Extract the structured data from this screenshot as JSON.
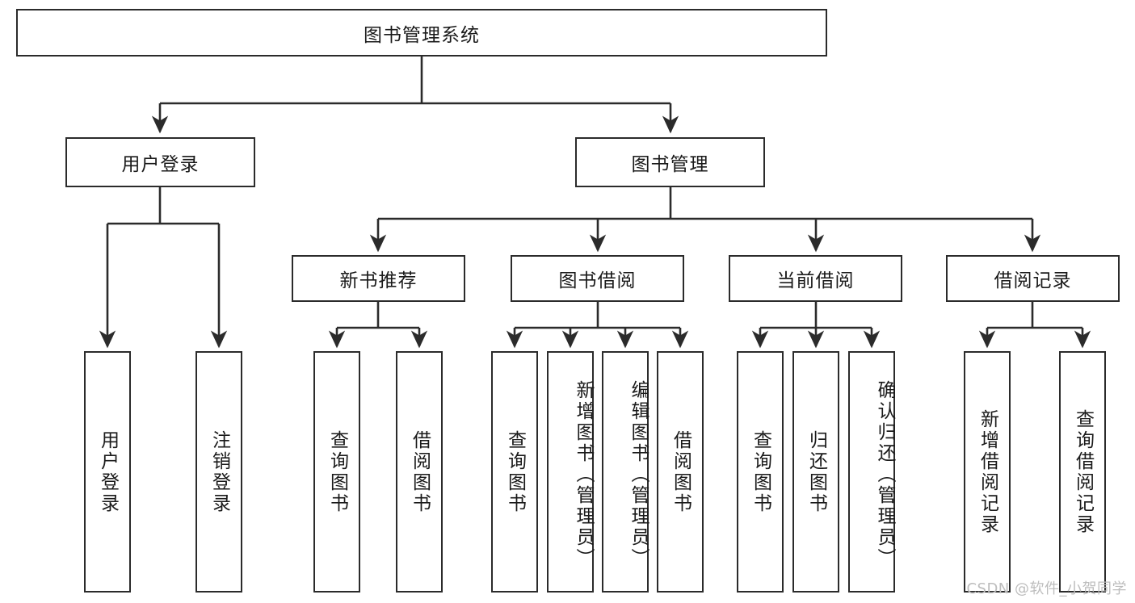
{
  "diagram": {
    "type": "hierarchy-tree",
    "title": "图书管理系统",
    "root": {
      "label": "图书管理系统"
    },
    "level2": [
      {
        "label": "用户登录"
      },
      {
        "label": "图书管理"
      }
    ],
    "level3": [
      {
        "label": "新书推荐"
      },
      {
        "label": "图书借阅"
      },
      {
        "label": "当前借阅"
      },
      {
        "label": "借阅记录"
      }
    ],
    "leaves": {
      "user_login": [
        {
          "label": "用户登录"
        },
        {
          "label": "注销登录"
        }
      ],
      "new_book_recommend": [
        {
          "label": "查询图书"
        },
        {
          "label": "借阅图书"
        }
      ],
      "book_borrow": [
        {
          "label": "查询图书"
        },
        {
          "label": "新增图书（管理员）"
        },
        {
          "label": "编辑图书（管理员）"
        },
        {
          "label": "借阅图书"
        }
      ],
      "current_borrow": [
        {
          "label": "查询图书"
        },
        {
          "label": "归还图书"
        },
        {
          "label": "确认归还（管理员）"
        }
      ],
      "borrow_record": [
        {
          "label": "新增借阅记录"
        },
        {
          "label": "查询借阅记录"
        }
      ]
    }
  },
  "watermark": {
    "text": "CSDN @软件_小贺同学"
  },
  "colors": {
    "border": "#2b2b2b",
    "background": "#ffffff",
    "text": "#1a1a1a",
    "watermark": "#bdbdbd"
  }
}
